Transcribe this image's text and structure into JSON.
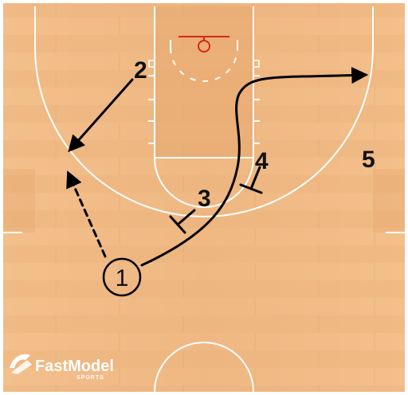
{
  "diagram": {
    "players": {
      "p1": "1",
      "p2": "2",
      "p3": "3",
      "p4": "4",
      "p5": "5"
    },
    "logo": {
      "brand": "FastModel",
      "sub": "SPORTS"
    },
    "colors": {
      "floor_light": "#f4c08e",
      "floor_dark": "#e6a66c",
      "court_line": "#ffffff",
      "rim": "#d9261c",
      "action": "#000000"
    }
  }
}
